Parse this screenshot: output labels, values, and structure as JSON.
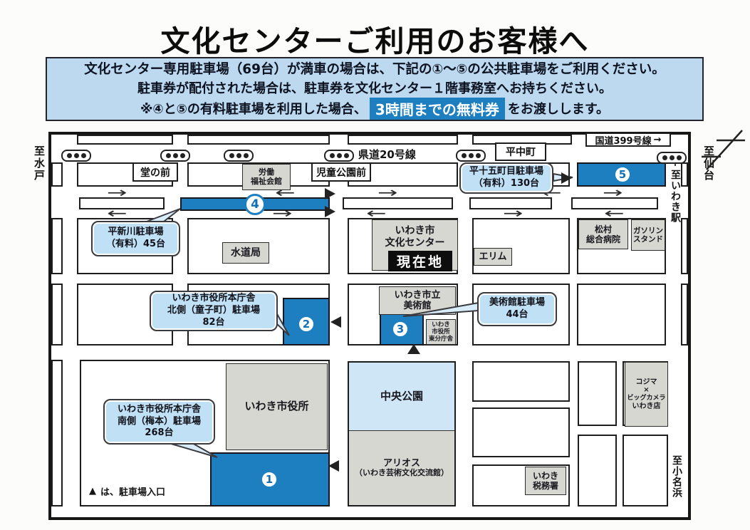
{
  "title": "文化センターご利用のお客様へ",
  "notice": {
    "line1": "文化センター専用駐車場（69台）が満車の場合は、下記の①～⑤の公共駐車場をご利用ください。",
    "line2": "駐車券が配付された場合は、駐車券を文化センター１階事務室へお持ちください。",
    "line3_prefix": "※④と⑤の有料駐車場を利用した場合、",
    "line3_highlight": "3時間までの無料券",
    "line3_suffix": "をお渡しします。"
  },
  "colors": {
    "accent_blue": "#1e7fc0",
    "callout_blue": "#bfe0f5",
    "notice_blue": "#bcd9f0",
    "park_blue": "#cfe6f7",
    "building_gray": "#d7d7d2"
  },
  "roads": {
    "kendo20": "県道20号線",
    "kokudo399": "国道399号線",
    "kokudo399_arrow": "→"
  },
  "directions": {
    "mito": "至水戸",
    "sendai": "至仙台",
    "iwaki_station": "↑至いわき駅",
    "onahama": "至小名浜"
  },
  "intersections": {
    "donomae": "堂の前",
    "jidokoenmae": "児童公園前",
    "hiranakamachi": "平中町"
  },
  "buildings": {
    "rodo_fukushi": {
      "l1": "労働",
      "l2": "福祉会館"
    },
    "suidokyoku": {
      "l1": "水道局"
    },
    "bunka_center": {
      "l1": "いわき市",
      "l2": "文化センター"
    },
    "elim": {
      "l1": "エリム"
    },
    "matsumura": {
      "l1": "松村",
      "l2": "総合病院"
    },
    "gasoline": {
      "l1": "ガソリン",
      "l2": "スタンド"
    },
    "museum": {
      "l1": "いわき市立",
      "l2": "美術館"
    },
    "higashibuncho": {
      "l1": "いわき",
      "l2": "市役所",
      "l3": "東分庁舎"
    },
    "shiyakusho": {
      "l1": "いわき市役所"
    },
    "chuo_park": {
      "l1": "中央公園"
    },
    "alios": {
      "l1": "アリオス",
      "l2": "（いわき芸術文化交流館）"
    },
    "zeimusho": {
      "l1": "いわき",
      "l2": "税務署"
    },
    "kojima": {
      "l1": "コジマ",
      "l2": "×",
      "l3": "ビッグカメラ",
      "l4": "いわき店"
    }
  },
  "current_location": "現在地",
  "parkings": [
    {
      "num": "1",
      "callout_l1": "いわき市役所本庁舎",
      "callout_l2": "南側（梅本）駐車場",
      "callout_l3": "268台"
    },
    {
      "num": "2",
      "callout_l1": "いわき市役所本庁舎",
      "callout_l2": "北側（童子町）駐車場",
      "callout_l3": "82台"
    },
    {
      "num": "3",
      "callout_l1": "美術館駐車場",
      "callout_l2": "44台"
    },
    {
      "num": "4",
      "callout_l1": "平新川駐車場",
      "callout_l2": "（有料）45台"
    },
    {
      "num": "5",
      "callout_l1": "平十五町目駐車場",
      "callout_l2": "（有料）130台"
    }
  ],
  "legend": {
    "symbol": "▲",
    "text": "は、駐車場入口"
  }
}
